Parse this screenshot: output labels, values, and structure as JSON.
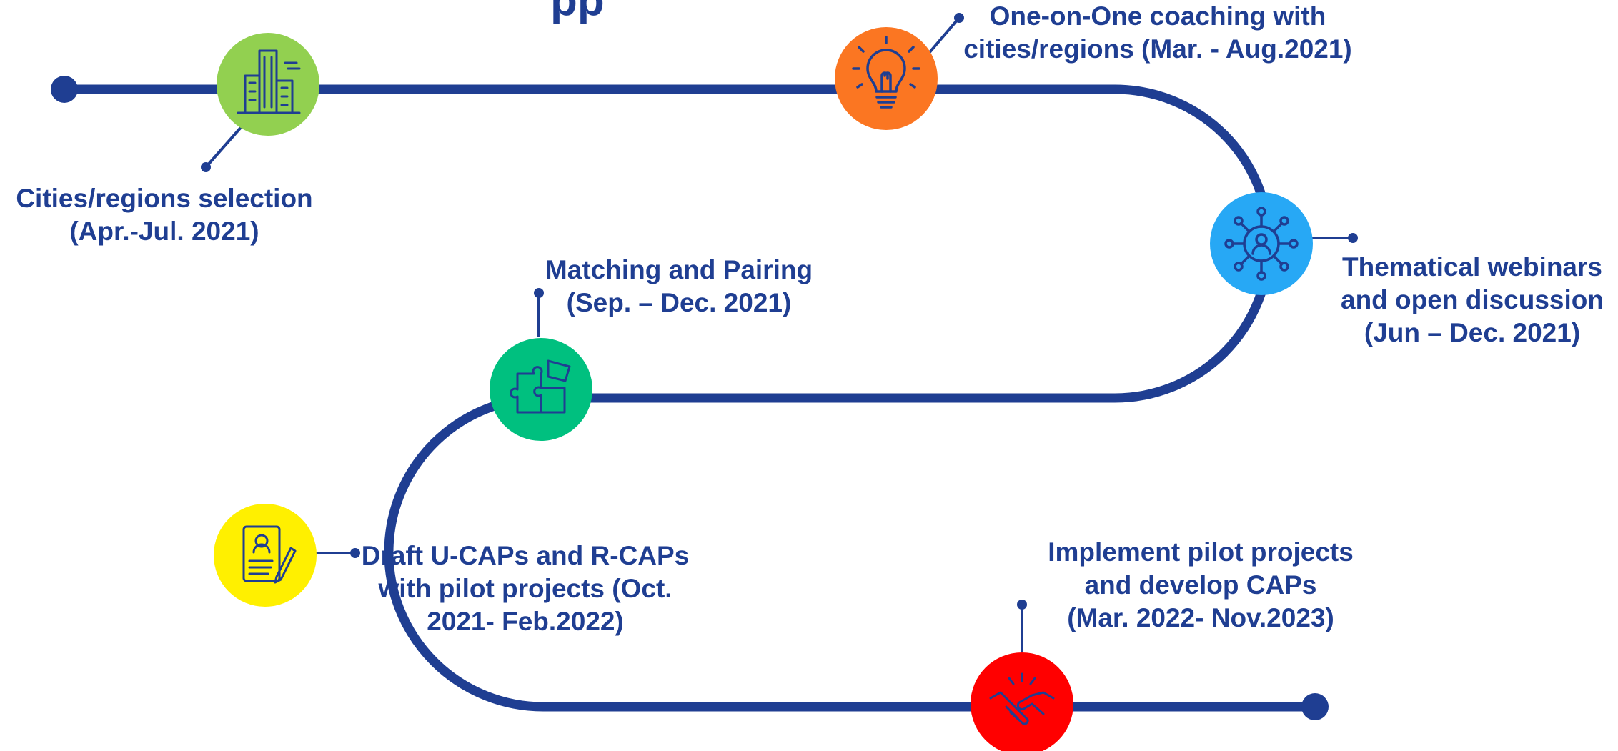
{
  "title_fragment": "pp",
  "colors": {
    "path": "#1f3e92",
    "text": "#1f3e92",
    "icon_line": "#1f3e92"
  },
  "milestones": [
    {
      "id": "selection",
      "icon": "city-buildings-icon",
      "circle_color": "#92d050",
      "lines": [
        "Cities/regions selection",
        "(Apr.-Jul. 2021)"
      ]
    },
    {
      "id": "coaching",
      "icon": "lightbulb-icon",
      "circle_color": "#fb7622",
      "lines": [
        "One-on-One coaching with",
        "cities/regions (Mar. - Aug.2021)"
      ]
    },
    {
      "id": "webinars",
      "icon": "network-people-icon",
      "circle_color": "#27a8f5",
      "lines": [
        "Thematical webinars",
        "and open discussion",
        "(Jun – Dec. 2021)"
      ]
    },
    {
      "id": "matching",
      "icon": "puzzle-icon",
      "circle_color": "#00c07f",
      "lines": [
        "Matching and Pairing",
        "(Sep. – Dec. 2021)"
      ]
    },
    {
      "id": "draft",
      "icon": "document-signature-icon",
      "circle_color": "#fff000",
      "lines": [
        "Draft U-CAPs and R-CAPs",
        "with pilot projects (Oct.",
        "2021- Feb.2022)"
      ]
    },
    {
      "id": "implement",
      "icon": "handshake-icon",
      "circle_color": "#ff0000",
      "lines": [
        "Implement pilot projects",
        "and develop CAPs",
        "(Mar. 2022- Nov.2023)"
      ]
    }
  ]
}
